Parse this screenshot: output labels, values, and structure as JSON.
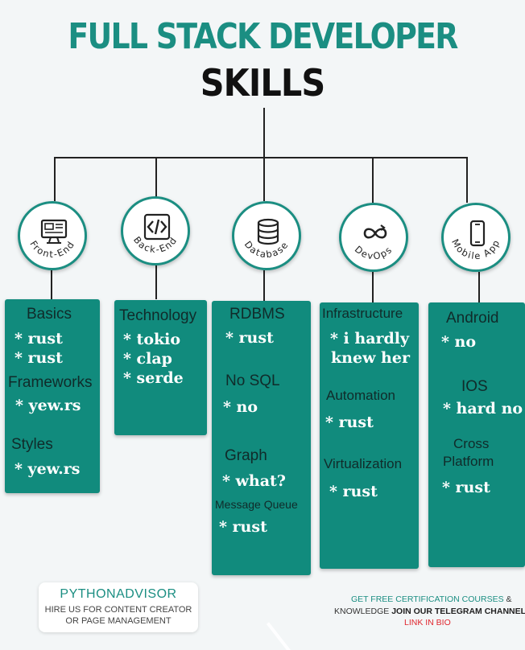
{
  "title": {
    "line1": "FULL STACK DEVELOPER",
    "line2": "SKILLS"
  },
  "colors": {
    "teal": "#118b7d",
    "title_teal": "#1b8e82",
    "dark_text": "#102b2a",
    "link_red": "#e0262e"
  },
  "categories": [
    {
      "label": "Front-End",
      "icon": "monitor-icon"
    },
    {
      "label": "Back-End",
      "icon": "code-icon"
    },
    {
      "label": "Database",
      "icon": "database-icon"
    },
    {
      "label": "DevOps",
      "icon": "infinity-loop-icon"
    },
    {
      "label": "Mobile App",
      "icon": "smartphone-icon"
    }
  ],
  "frontend": {
    "basics": "Basics",
    "basics_items": [
      "* rust",
      "* rust"
    ],
    "frameworks": "Frameworks",
    "frameworks_items": [
      "* yew.rs"
    ],
    "styles": "Styles",
    "styles_items": [
      "* yew.rs"
    ]
  },
  "backend": {
    "technology": "Technology",
    "technology_items": [
      "* tokio",
      "* clap",
      "* serde"
    ]
  },
  "database": {
    "rdbms": "RDBMS",
    "rdbms_items": [
      "* rust"
    ],
    "nosql": "No SQL",
    "nosql_items": [
      "* no"
    ],
    "graph": "Graph",
    "graph_items": [
      "* what?"
    ],
    "mq": "Message Queue",
    "mq_items": [
      "* rust"
    ]
  },
  "devops": {
    "infra": "Infrastructure",
    "infra_items": [
      "* i hardly",
      "knew her"
    ],
    "automation": "Automation",
    "automation_items": [
      "* rust"
    ],
    "virtualization": "Virtualization",
    "virtualization_items": [
      "* rust"
    ]
  },
  "mobile": {
    "android": "Android",
    "android_items": [
      "* no"
    ],
    "ios": "IOS",
    "ios_items": [
      "* hard no"
    ],
    "cross1": "Cross",
    "cross2": "Platform",
    "cross_items": [
      "* rust"
    ]
  },
  "footer": {
    "brand": "PYTHONADVISOR",
    "hire_line1": "HIRE US FOR CONTENT CREATOR",
    "hire_line2": "OR PAGE MANAGEMENT",
    "promo_teal": "GET FREE CERTIFICATION COURSES",
    "promo_amp": " &",
    "promo_knowledge": "KNOWLEDGE ",
    "promo_join": "JOIN OUR TELEGRAM CHANNEL",
    "promo_link": "LINK IN BIO"
  }
}
